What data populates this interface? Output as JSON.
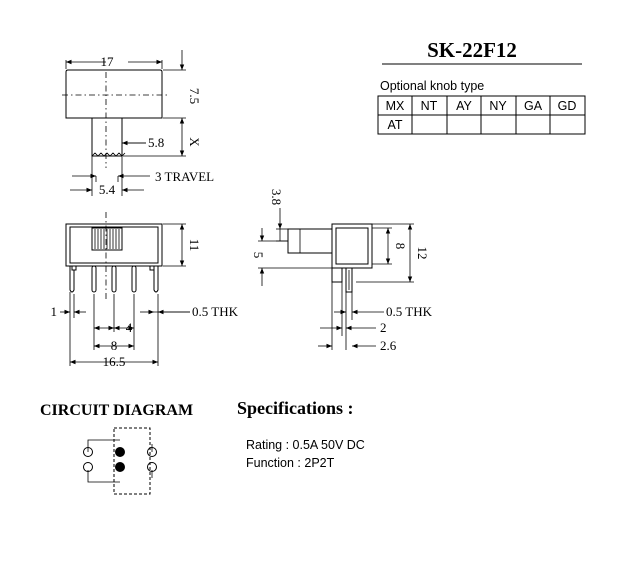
{
  "title": "SK-22F12",
  "knob": {
    "caption": "Optional knob type",
    "rows": [
      [
        "MX",
        "NT",
        "AY",
        "NY",
        "GA",
        "GD"
      ],
      [
        "AT",
        "",
        "",
        "",
        "",
        ""
      ]
    ]
  },
  "dims": {
    "top_width": "17",
    "top_height": "7.5",
    "x_label": "X",
    "knob_width": "5.8",
    "knob_base": "5.4",
    "travel": "3 TRAVEL",
    "front_height": "11",
    "pin_offset": "1",
    "pin_pitch": "4",
    "pin_span": "8",
    "overall": "16.5",
    "thk_front": "0.5 THK",
    "side_knob": "3.8",
    "side_five": "5",
    "side_eight": "8",
    "side_twelve": "12",
    "thk_side": "0.5 THK",
    "side_two": "2",
    "side_twosix": "2.6"
  },
  "circuit_title": "CIRCUIT DIAGRAM",
  "specs": {
    "title": "Specifications :",
    "rating": "Rating : 0.5A 50V DC",
    "function": "Function : 2P2T"
  }
}
